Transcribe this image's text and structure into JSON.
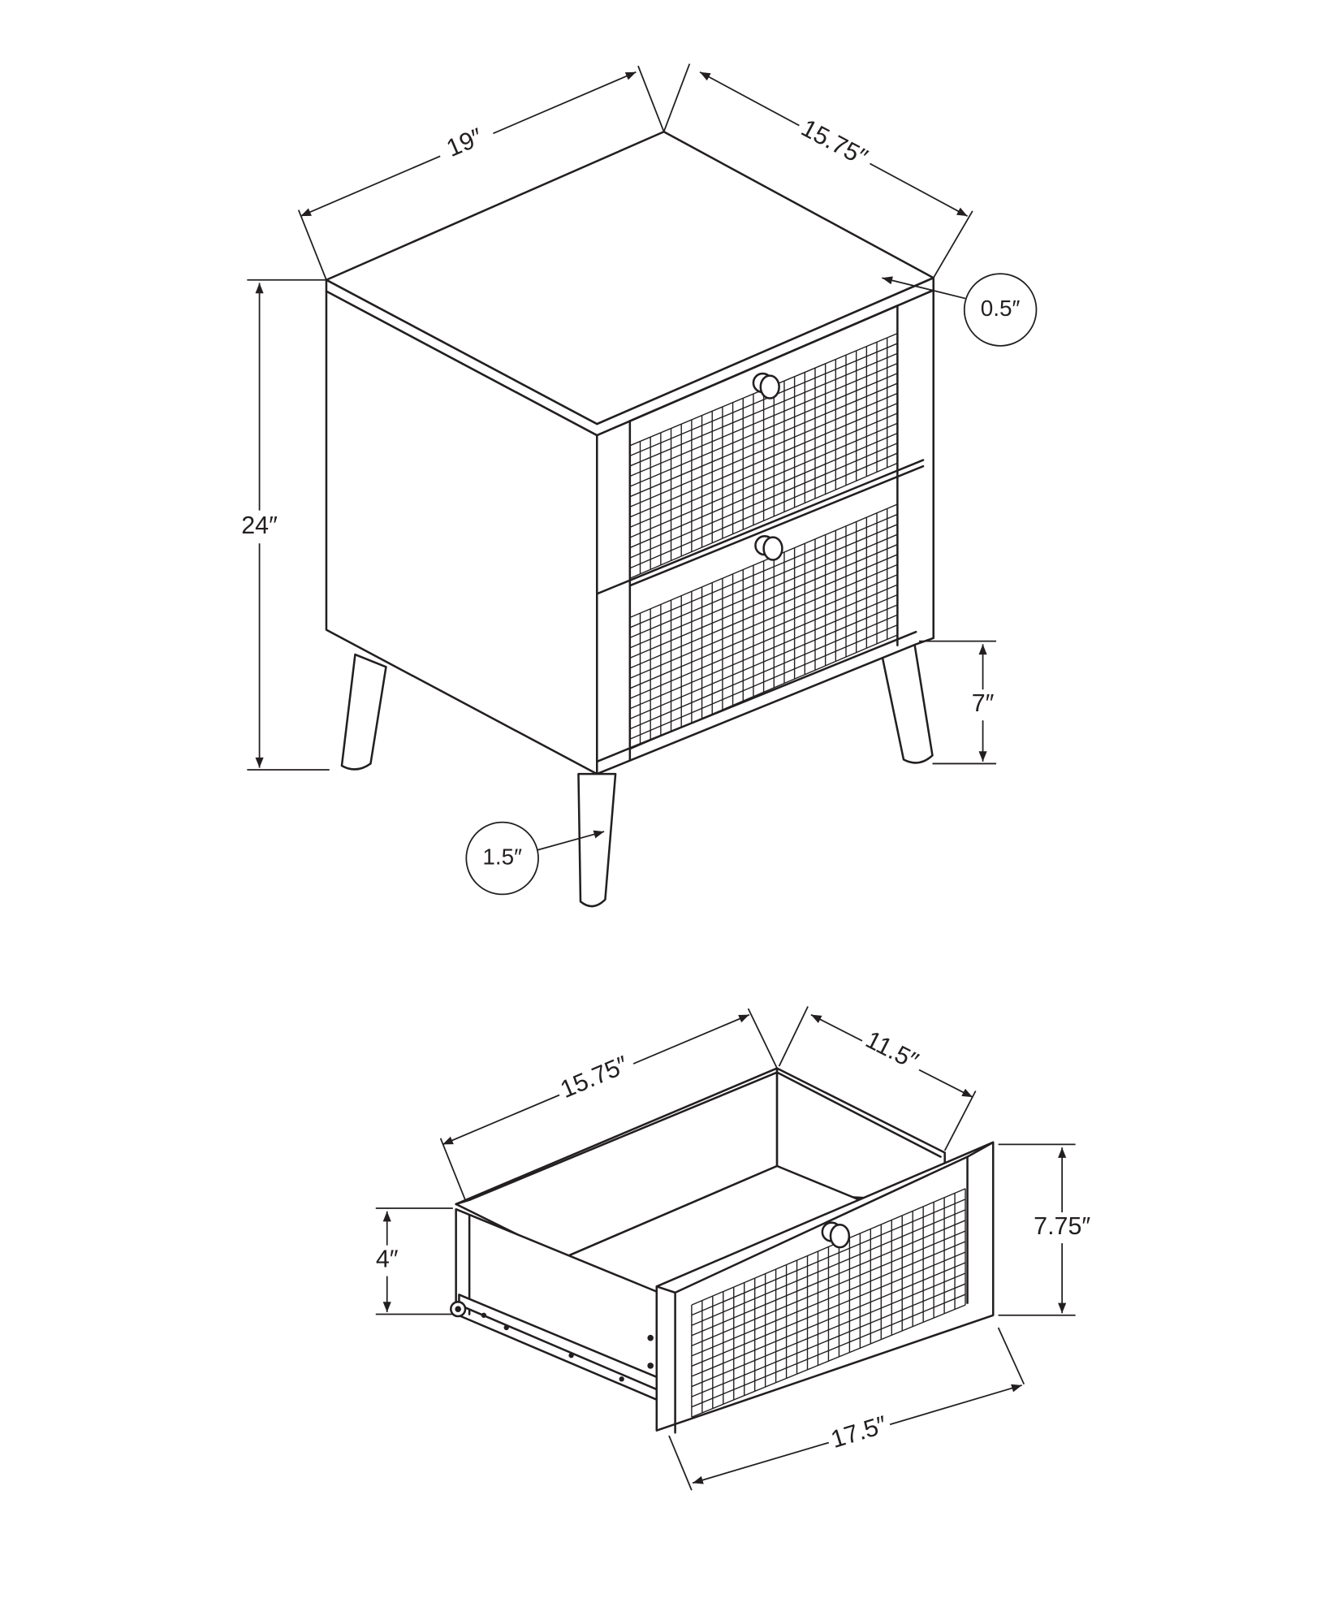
{
  "diagram": {
    "line_color": "#231f20",
    "nightstand": {
      "width_label": "19″",
      "depth_label": "15.75″",
      "height_label": "24″",
      "leg_height_label": "7″",
      "top_thickness_label": "0.5″",
      "leg_diameter_label": "1.5″"
    },
    "drawer": {
      "width_label": "15.75″",
      "depth_label": "11.5″",
      "side_height_label": "4″",
      "front_height_label": "7.75″",
      "front_width_label": "17.5″"
    }
  }
}
